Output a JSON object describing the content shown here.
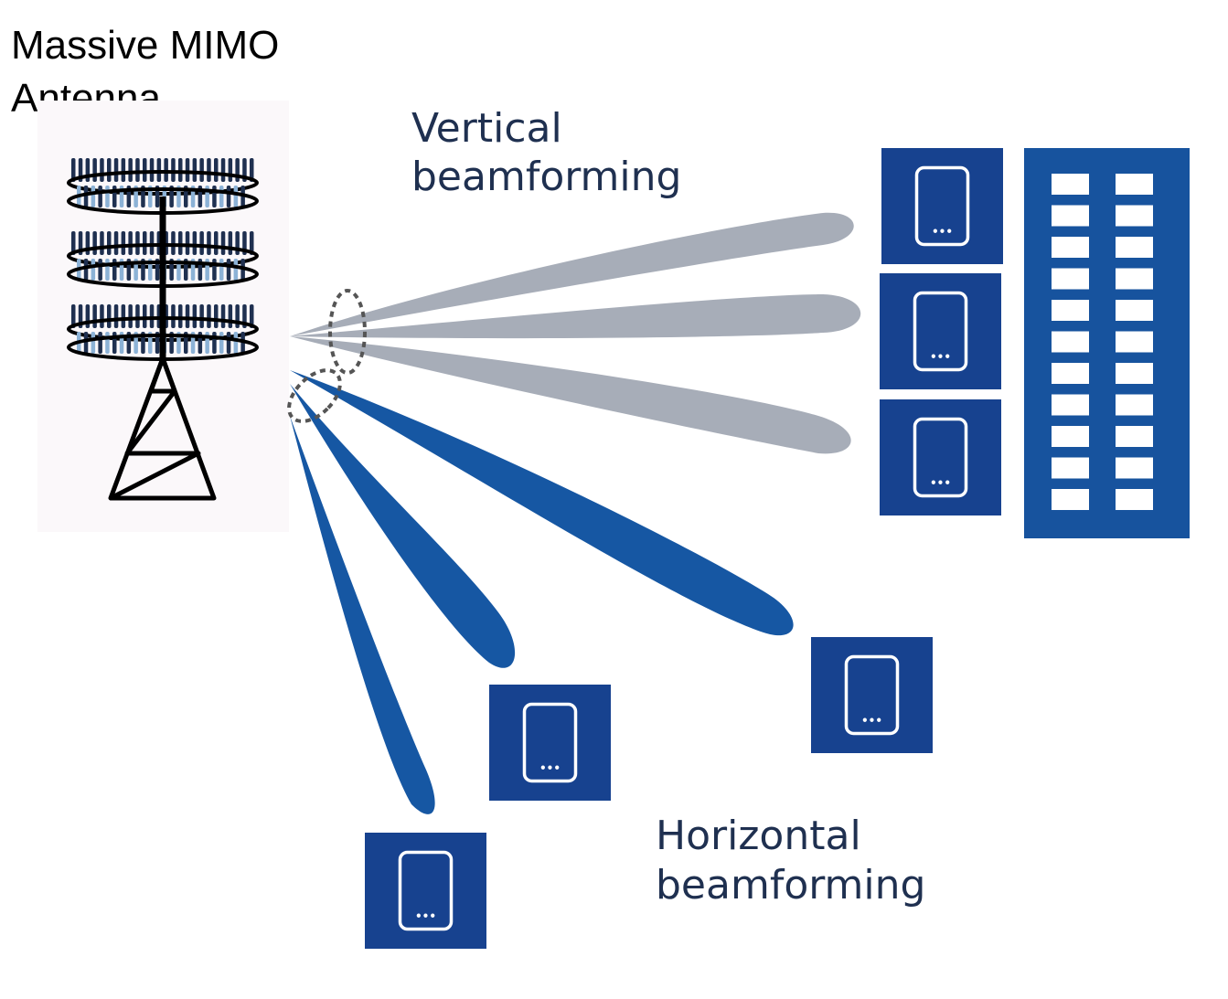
{
  "title": {
    "line1": "Massive MIMO",
    "line2": "Antenna"
  },
  "labels": {
    "vertical_line1": "Vertical",
    "vertical_line2": "beamforming",
    "horizontal_line1": "Horizontal",
    "horizontal_line2": "beamforming"
  },
  "devices": {
    "indicator_text": "•••"
  },
  "colors": {
    "device_blue": "#17428f",
    "horizontal_beam": "#1657a3",
    "vertical_beam": "#a7adb8",
    "building_blue": "#17539e",
    "antenna_panel_bg": "#fbf8fa",
    "antenna_element_dark": "#1f3050",
    "antenna_element_light": "#8cb2d6",
    "label_text": "#1f3050"
  },
  "icons": {
    "antenna": "antenna-tower-icon",
    "device": "smartphone-icon",
    "building": "building-icon"
  }
}
